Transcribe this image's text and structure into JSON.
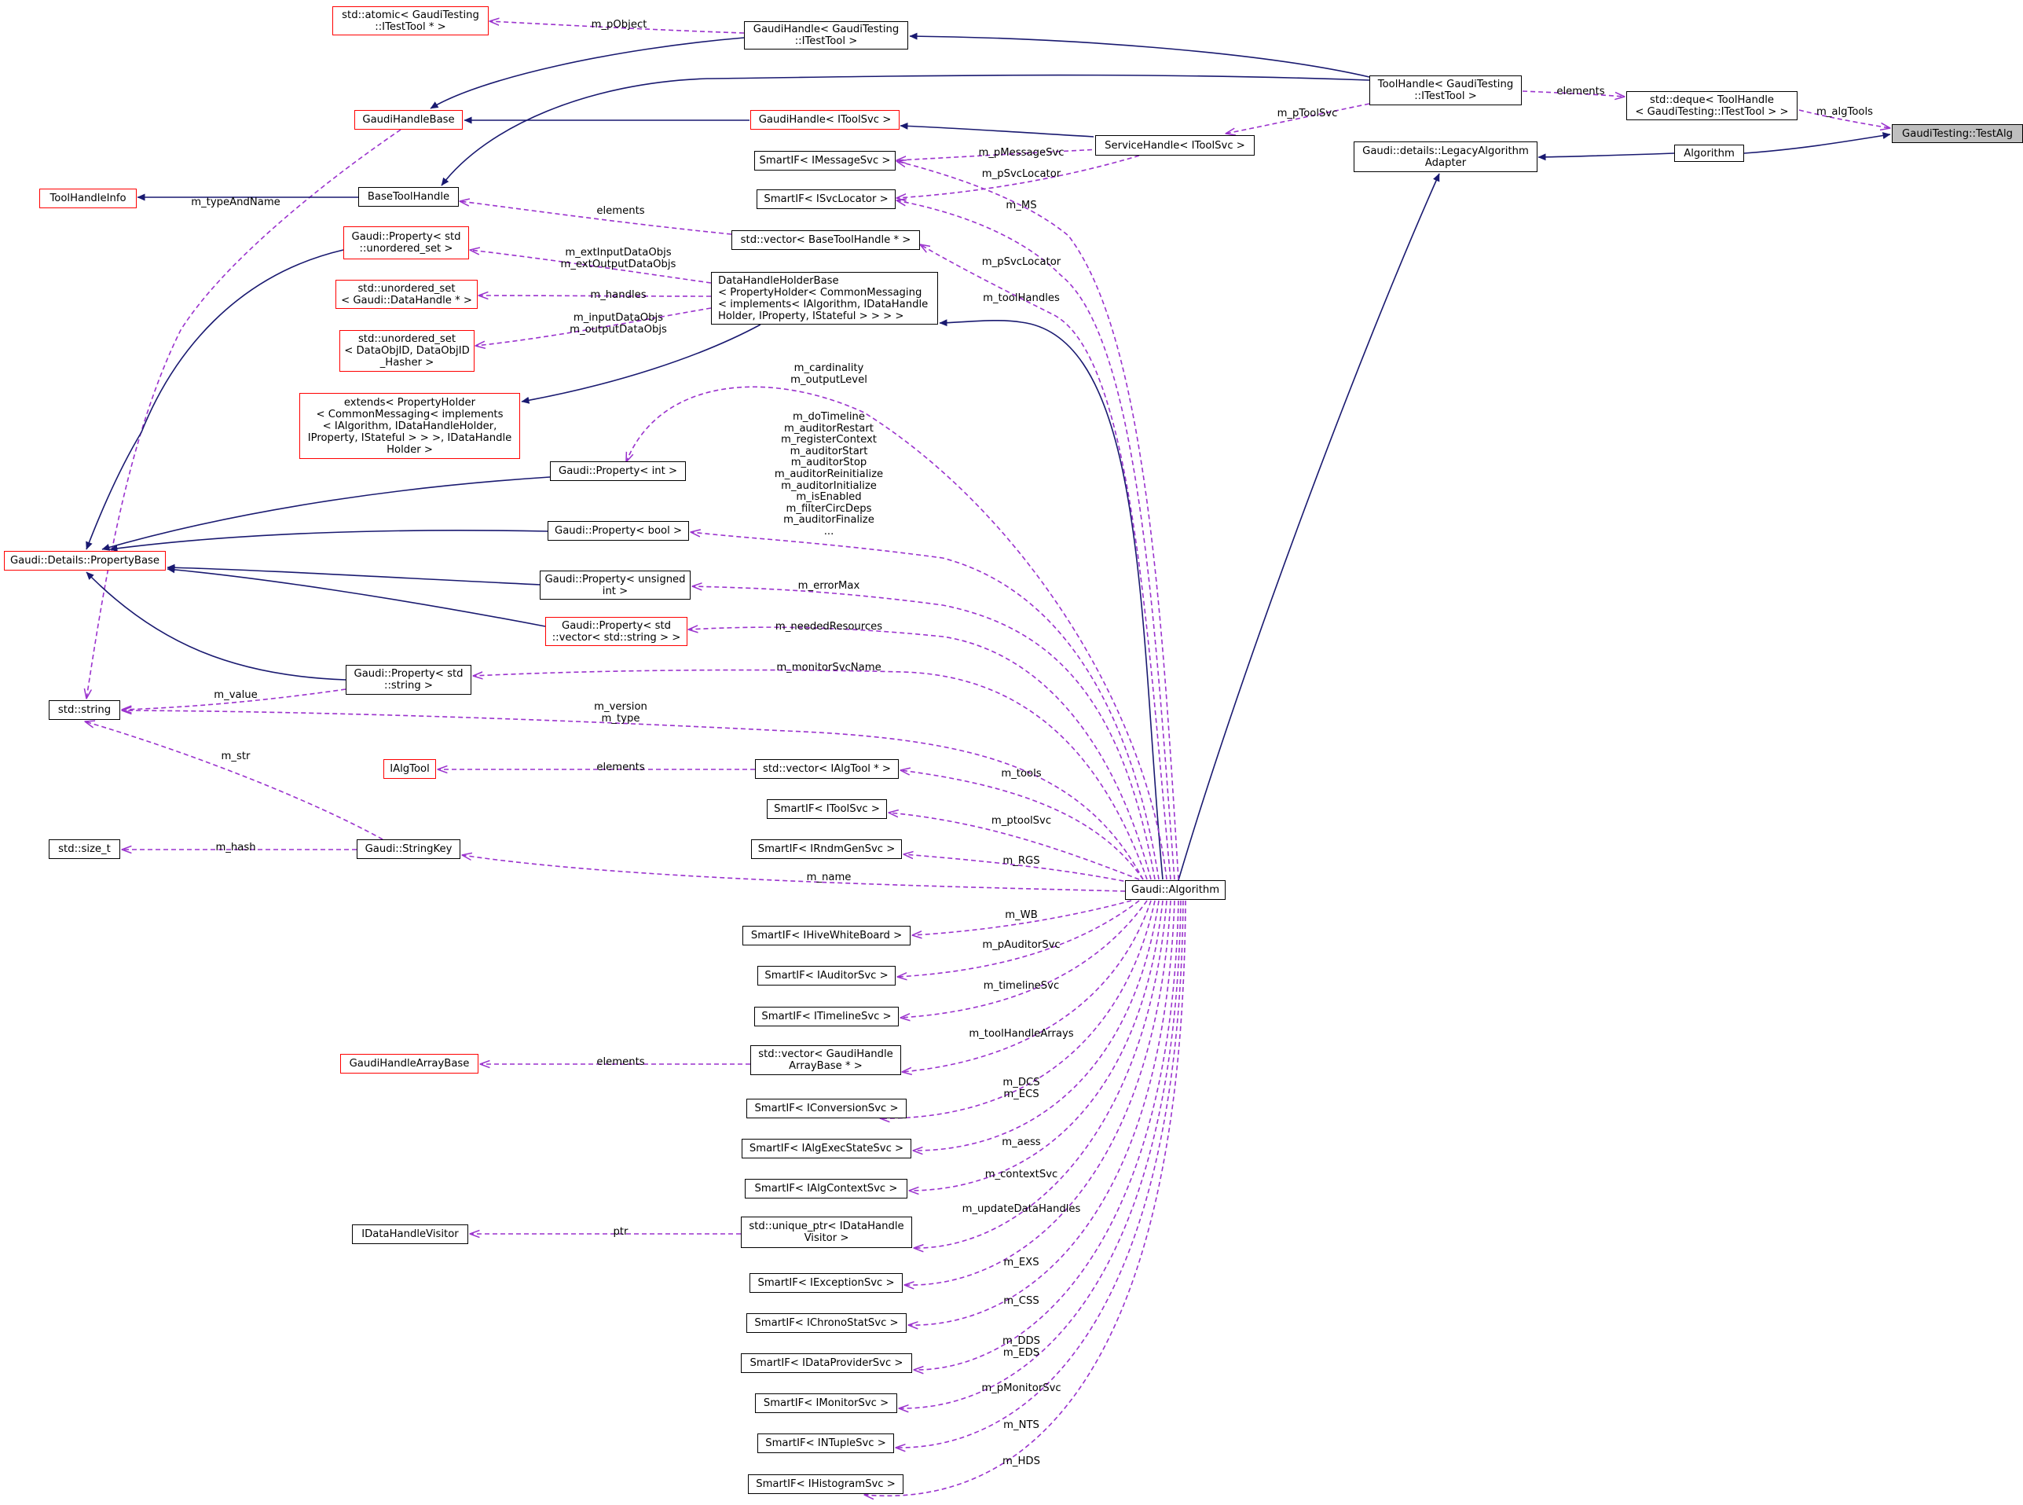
{
  "colors": {
    "inherit": "#191970",
    "usage": "#9a32cd",
    "node_border": "#000000",
    "incomplete_border": "#ff0000",
    "highlight_fill": "#bfbfbf"
  },
  "nodes": [
    {
      "id": "testalg",
      "lines": [
        "GaudiTesting::TestAlg"
      ],
      "style": "gray"
    },
    {
      "id": "deque",
      "lines": [
        "std::deque< ToolHandle",
        "< GaudiTesting::ITestTool > >"
      ],
      "style": "normal"
    },
    {
      "id": "algorithm",
      "lines": [
        "Algorithm"
      ],
      "style": "normal"
    },
    {
      "id": "legacy",
      "lines": [
        "Gaudi::details::LegacyAlgorithm",
        "Adapter"
      ],
      "style": "normal"
    },
    {
      "id": "toolhandle_itest",
      "lines": [
        "ToolHandle< GaudiTesting",
        "::ITestTool >"
      ],
      "style": "normal"
    },
    {
      "id": "gaudihandle_itest",
      "lines": [
        "GaudiHandle< GaudiTesting",
        "::ITestTool >"
      ],
      "style": "normal"
    },
    {
      "id": "atomic",
      "lines": [
        "std::atomic< GaudiTesting",
        "::ITestTool * >"
      ],
      "style": "red"
    },
    {
      "id": "gaudihandlebase",
      "lines": [
        "GaudiHandleBase"
      ],
      "style": "red"
    },
    {
      "id": "gaudihandle_itoolsvc",
      "lines": [
        "GaudiHandle< IToolSvc >"
      ],
      "style": "red"
    },
    {
      "id": "servicehandle",
      "lines": [
        "ServiceHandle< IToolSvc >"
      ],
      "style": "normal"
    },
    {
      "id": "smartif_imessage",
      "lines": [
        "SmartIF< IMessageSvc >"
      ],
      "style": "normal"
    },
    {
      "id": "smartif_isvcloc",
      "lines": [
        "SmartIF< ISvcLocator >"
      ],
      "style": "normal"
    },
    {
      "id": "toolhandleinfo",
      "lines": [
        "ToolHandleInfo"
      ],
      "style": "red"
    },
    {
      "id": "basetoolhandle",
      "lines": [
        "BaseToolHandle"
      ],
      "style": "normal"
    },
    {
      "id": "vec_basetool",
      "lines": [
        "std::vector< BaseToolHandle * >"
      ],
      "style": "normal"
    },
    {
      "id": "prop_unordered",
      "lines": [
        "Gaudi::Property< std",
        "::unordered_set >"
      ],
      "style": "red"
    },
    {
      "id": "unordered_datahandle",
      "lines": [
        "std::unordered_set",
        "< Gaudi::DataHandle * >"
      ],
      "style": "red"
    },
    {
      "id": "unordered_dataobjid",
      "lines": [
        "std::unordered_set",
        "< DataObjID, DataObjID",
        "_Hasher >"
      ],
      "style": "red"
    },
    {
      "id": "datahandleholder",
      "lines": [
        "DataHandleHolderBase",
        "< PropertyHolder< CommonMessaging",
        "< implements< IAlgorithm, IDataHandle",
        "Holder, IProperty, IStateful > > > >"
      ],
      "style": "left"
    },
    {
      "id": "extends",
      "lines": [
        "extends< PropertyHolder",
        "< CommonMessaging< implements",
        "< IAlgorithm, IDataHandleHolder,",
        "IProperty, IStateful > > >, IDataHandle",
        "Holder >"
      ],
      "style": "red"
    },
    {
      "id": "prop_int",
      "lines": [
        "Gaudi::Property< int >"
      ],
      "style": "normal"
    },
    {
      "id": "propertybase",
      "lines": [
        "Gaudi::Details::PropertyBase"
      ],
      "style": "red"
    },
    {
      "id": "prop_bool",
      "lines": [
        "Gaudi::Property< bool >"
      ],
      "style": "normal"
    },
    {
      "id": "prop_unsigned",
      "lines": [
        "Gaudi::Property< unsigned",
        "int >"
      ],
      "style": "normal"
    },
    {
      "id": "prop_vecstring",
      "lines": [
        "Gaudi::Property< std",
        "::vector< std::string > >"
      ],
      "style": "red"
    },
    {
      "id": "prop_string",
      "lines": [
        "Gaudi::Property< std",
        "::string >"
      ],
      "style": "normal"
    },
    {
      "id": "stdstring",
      "lines": [
        "std::string"
      ],
      "style": "normal"
    },
    {
      "id": "ialgtool",
      "lines": [
        "IAlgTool"
      ],
      "style": "red"
    },
    {
      "id": "vec_ialgtool",
      "lines": [
        "std::vector< IAlgTool * >"
      ],
      "style": "normal"
    },
    {
      "id": "smartif_itoolsvc",
      "lines": [
        "SmartIF< IToolSvc >"
      ],
      "style": "normal"
    },
    {
      "id": "smartif_irndm",
      "lines": [
        "SmartIF< IRndmGenSvc >"
      ],
      "style": "normal"
    },
    {
      "id": "sizet",
      "lines": [
        "std::size_t"
      ],
      "style": "normal"
    },
    {
      "id": "stringkey",
      "lines": [
        "Gaudi::StringKey"
      ],
      "style": "normal"
    },
    {
      "id": "gaudialgorithm",
      "lines": [
        "Gaudi::Algorithm"
      ],
      "style": "normal"
    },
    {
      "id": "smartif_ihive",
      "lines": [
        "SmartIF< IHiveWhiteBoard >"
      ],
      "style": "normal"
    },
    {
      "id": "smartif_iauditor",
      "lines": [
        "SmartIF< IAuditorSvc >"
      ],
      "style": "normal"
    },
    {
      "id": "smartif_itimeline",
      "lines": [
        "SmartIF< ITimelineSvc >"
      ],
      "style": "normal"
    },
    {
      "id": "gaudihandlearraybase",
      "lines": [
        "GaudiHandleArrayBase"
      ],
      "style": "red"
    },
    {
      "id": "vec_gaudihandlearray",
      "lines": [
        "std::vector< GaudiHandle",
        "ArrayBase * >"
      ],
      "style": "normal"
    },
    {
      "id": "smartif_iconversion",
      "lines": [
        "SmartIF< IConversionSvc >"
      ],
      "style": "normal"
    },
    {
      "id": "smartif_ialgexec",
      "lines": [
        "SmartIF< IAlgExecStateSvc >"
      ],
      "style": "normal"
    },
    {
      "id": "smartif_ialgcontext",
      "lines": [
        "SmartIF< IAlgContextSvc >"
      ],
      "style": "normal"
    },
    {
      "id": "idatahandlevisitor",
      "lines": [
        "IDataHandleVisitor"
      ],
      "style": "normal"
    },
    {
      "id": "uniqueptr",
      "lines": [
        "std::unique_ptr< IDataHandle",
        "Visitor >"
      ],
      "style": "normal"
    },
    {
      "id": "smartif_iexception",
      "lines": [
        "SmartIF< IExceptionSvc >"
      ],
      "style": "normal"
    },
    {
      "id": "smartif_ichrono",
      "lines": [
        "SmartIF< IChronoStatSvc >"
      ],
      "style": "normal"
    },
    {
      "id": "smartif_idataprovider",
      "lines": [
        "SmartIF< IDataProviderSvc >"
      ],
      "style": "normal"
    },
    {
      "id": "smartif_imonitor",
      "lines": [
        "SmartIF< IMonitorSvc >"
      ],
      "style": "normal"
    },
    {
      "id": "smartif_intuple",
      "lines": [
        "SmartIF< INTupleSvc >"
      ],
      "style": "normal"
    },
    {
      "id": "smartif_ihistogram",
      "lines": [
        "SmartIF< IHistogramSvc >"
      ],
      "style": "normal"
    }
  ],
  "edges": [
    {
      "from": "algorithm",
      "to": "testalg",
      "kind": "inherit",
      "label": []
    },
    {
      "from": "deque",
      "to": "testalg",
      "kind": "usage",
      "label": [
        "m_algTools"
      ]
    },
    {
      "from": "toolhandle_itest",
      "to": "deque",
      "kind": "usage",
      "label": [
        "elements"
      ]
    },
    {
      "from": "legacy",
      "to": "algorithm",
      "kind": "inherit",
      "label": []
    },
    {
      "from": "gaudialgorithm",
      "to": "legacy",
      "kind": "inherit",
      "label": []
    },
    {
      "from": "gaudihandle_itest",
      "to": "toolhandle_itest",
      "kind": "inherit",
      "label": []
    },
    {
      "from": "basetoolhandle",
      "to": "toolhandle_itest",
      "kind": "inherit",
      "label": []
    },
    {
      "from": "atomic",
      "to": "gaudihandle_itest",
      "kind": "usage",
      "label": [
        "m_pObject"
      ]
    },
    {
      "from": "gaudihandlebase",
      "to": "gaudihandle_itest",
      "kind": "inherit",
      "label": []
    },
    {
      "from": "gaudihandlebase",
      "to": "gaudihandle_itoolsvc",
      "kind": "inherit",
      "label": []
    },
    {
      "from": "gaudihandle_itoolsvc",
      "to": "servicehandle",
      "kind": "inherit",
      "label": []
    },
    {
      "from": "servicehandle",
      "to": "toolhandle_itest",
      "kind": "usage",
      "label": [
        "m_pToolSvc"
      ]
    },
    {
      "from": "smartif_imessage",
      "to": "servicehandle",
      "kind": "usage",
      "label": [
        "m_pMessageSvc"
      ]
    },
    {
      "from": "smartif_isvcloc",
      "to": "servicehandle",
      "kind": "usage",
      "label": [
        "m_pSvcLocator"
      ]
    },
    {
      "from": "stdstring",
      "to": "gaudihandlebase",
      "kind": "usage",
      "label": [
        "m_typeAndName"
      ]
    },
    {
      "from": "toolhandleinfo",
      "to": "basetoolhandle",
      "kind": "inherit",
      "label": []
    },
    {
      "from": "basetoolhandle",
      "to": "vec_basetool",
      "kind": "usage",
      "label": [
        "elements"
      ]
    },
    {
      "from": "smartif_imessage",
      "to": "gaudialgorithm",
      "kind": "usage",
      "label": [
        "m_MS"
      ]
    },
    {
      "from": "smartif_isvcloc",
      "to": "gaudialgorithm",
      "kind": "usage",
      "label": [
        "m_pSvcLocator"
      ]
    },
    {
      "from": "vec_basetool",
      "to": "gaudialgorithm",
      "kind": "usage",
      "label": [
        "m_toolHandles"
      ]
    },
    {
      "from": "prop_unordered",
      "to": "datahandleholder",
      "kind": "usage",
      "label": [
        "m_extInputDataObjs",
        "m_extOutputDataObjs"
      ]
    },
    {
      "from": "unordered_datahandle",
      "to": "datahandleholder",
      "kind": "usage",
      "label": [
        "m_handles"
      ]
    },
    {
      "from": "unordered_dataobjid",
      "to": "datahandleholder",
      "kind": "usage",
      "label": [
        "m_inputDataObjs",
        "m_outputDataObjs"
      ]
    },
    {
      "from": "extends",
      "to": "datahandleholder",
      "kind": "inherit",
      "label": []
    },
    {
      "from": "datahandleholder",
      "to": "gaudialgorithm",
      "kind": "inherit",
      "label": []
    },
    {
      "from": "propertybase",
      "to": "prop_unordered",
      "kind": "inherit",
      "label": []
    },
    {
      "from": "propertybase",
      "to": "prop_int",
      "kind": "inherit",
      "label": []
    },
    {
      "from": "prop_int",
      "to": "gaudialgorithm",
      "kind": "usage",
      "label": [
        "m_cardinality",
        "m_outputLevel"
      ]
    },
    {
      "from": "propertybase",
      "to": "prop_bool",
      "kind": "inherit",
      "label": []
    },
    {
      "from": "prop_bool",
      "to": "gaudialgorithm",
      "kind": "usage",
      "label": [
        "m_doTimeline",
        "m_auditorRestart",
        "m_registerContext",
        "m_auditorStart",
        "m_auditorStop",
        "m_auditorReinitialize",
        "m_auditorInitialize",
        "m_isEnabled",
        "m_filterCircDeps",
        "m_auditorFinalize",
        "..."
      ]
    },
    {
      "from": "propertybase",
      "to": "prop_unsigned",
      "kind": "inherit",
      "label": []
    },
    {
      "from": "prop_unsigned",
      "to": "gaudialgorithm",
      "kind": "usage",
      "label": [
        "m_errorMax"
      ]
    },
    {
      "from": "propertybase",
      "to": "prop_vecstring",
      "kind": "inherit",
      "label": []
    },
    {
      "from": "prop_vecstring",
      "to": "gaudialgorithm",
      "kind": "usage",
      "label": [
        "m_neededResources"
      ]
    },
    {
      "from": "propertybase",
      "to": "prop_string",
      "kind": "inherit",
      "label": []
    },
    {
      "from": "prop_string",
      "to": "gaudialgorithm",
      "kind": "usage",
      "label": [
        "m_monitorSvcName"
      ]
    },
    {
      "from": "stdstring",
      "to": "prop_string",
      "kind": "usage",
      "label": [
        "m_value"
      ]
    },
    {
      "from": "stdstring",
      "to": "gaudialgorithm",
      "kind": "usage",
      "label": [
        "m_version",
        "m_type"
      ]
    },
    {
      "from": "stdstring",
      "to": "stringkey",
      "kind": "usage",
      "label": [
        "m_str"
      ]
    },
    {
      "from": "ialgtool",
      "to": "vec_ialgtool",
      "kind": "usage",
      "label": [
        "elements"
      ]
    },
    {
      "from": "vec_ialgtool",
      "to": "gaudialgorithm",
      "kind": "usage",
      "label": [
        "m_tools"
      ]
    },
    {
      "from": "smartif_itoolsvc",
      "to": "gaudialgorithm",
      "kind": "usage",
      "label": [
        "m_ptoolSvc"
      ]
    },
    {
      "from": "smartif_irndm",
      "to": "gaudialgorithm",
      "kind": "usage",
      "label": [
        "m_RGS"
      ]
    },
    {
      "from": "sizet",
      "to": "stringkey",
      "kind": "usage",
      "label": [
        "m_hash"
      ]
    },
    {
      "from": "stringkey",
      "to": "gaudialgorithm",
      "kind": "usage",
      "label": [
        "m_name"
      ]
    },
    {
      "from": "smartif_ihive",
      "to": "gaudialgorithm",
      "kind": "usage",
      "label": [
        "m_WB"
      ]
    },
    {
      "from": "smartif_iauditor",
      "to": "gaudialgorithm",
      "kind": "usage",
      "label": [
        "m_pAuditorSvc"
      ]
    },
    {
      "from": "smartif_itimeline",
      "to": "gaudialgorithm",
      "kind": "usage",
      "label": [
        "m_timelineSvc"
      ]
    },
    {
      "from": "gaudihandlearraybase",
      "to": "vec_gaudihandlearray",
      "kind": "usage",
      "label": [
        "elements"
      ]
    },
    {
      "from": "vec_gaudihandlearray",
      "to": "gaudialgorithm",
      "kind": "usage",
      "label": [
        "m_toolHandleArrays"
      ]
    },
    {
      "from": "smartif_iconversion",
      "to": "gaudialgorithm",
      "kind": "usage",
      "label": [
        "m_DCS",
        "m_ECS"
      ]
    },
    {
      "from": "smartif_ialgexec",
      "to": "gaudialgorithm",
      "kind": "usage",
      "label": [
        "m_aess"
      ]
    },
    {
      "from": "smartif_ialgcontext",
      "to": "gaudialgorithm",
      "kind": "usage",
      "label": [
        "m_contextSvc"
      ]
    },
    {
      "from": "idatahandlevisitor",
      "to": "uniqueptr",
      "kind": "usage",
      "label": [
        "ptr"
      ]
    },
    {
      "from": "uniqueptr",
      "to": "gaudialgorithm",
      "kind": "usage",
      "label": [
        "m_updateDataHandles"
      ]
    },
    {
      "from": "smartif_iexception",
      "to": "gaudialgorithm",
      "kind": "usage",
      "label": [
        "m_EXS"
      ]
    },
    {
      "from": "smartif_ichrono",
      "to": "gaudialgorithm",
      "kind": "usage",
      "label": [
        "m_CSS"
      ]
    },
    {
      "from": "smartif_idataprovider",
      "to": "gaudialgorithm",
      "kind": "usage",
      "label": [
        "m_DDS",
        "m_EDS"
      ]
    },
    {
      "from": "smartif_imonitor",
      "to": "gaudialgorithm",
      "kind": "usage",
      "label": [
        "m_pMonitorSvc"
      ]
    },
    {
      "from": "smartif_intuple",
      "to": "gaudialgorithm",
      "kind": "usage",
      "label": [
        "m_NTS"
      ]
    },
    {
      "from": "smartif_ihistogram",
      "to": "gaudialgorithm",
      "kind": "usage",
      "label": [
        "m_HDS"
      ]
    }
  ]
}
